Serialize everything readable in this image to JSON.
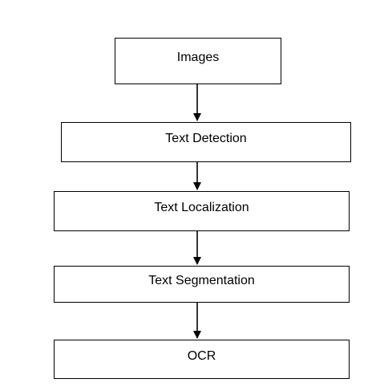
{
  "diagram": {
    "steps": [
      {
        "label": "Images"
      },
      {
        "label": "Text Detection"
      },
      {
        "label": "Text Localization"
      },
      {
        "label": "Text Segmentation"
      },
      {
        "label": "OCR"
      }
    ]
  }
}
